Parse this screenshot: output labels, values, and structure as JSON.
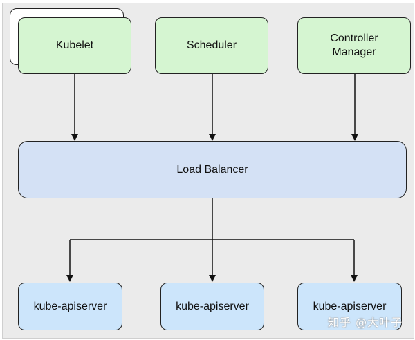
{
  "diagram": {
    "clients": {
      "kubelet": "Kubelet",
      "scheduler": "Scheduler",
      "controller_manager": "Controller\nManager"
    },
    "load_balancer": "Load Balancer",
    "apiservers": [
      "kube-apiserver",
      "kube-apiserver",
      "kube-apiserver"
    ],
    "colors": {
      "client_fill": "#d5f5d1",
      "load_balancer_fill": "#d4e1f5",
      "apiserver_fill": "#cce5fb",
      "stroke": "#222222",
      "background": "#ebebeb"
    }
  },
  "watermark": "知乎 @大叶子"
}
